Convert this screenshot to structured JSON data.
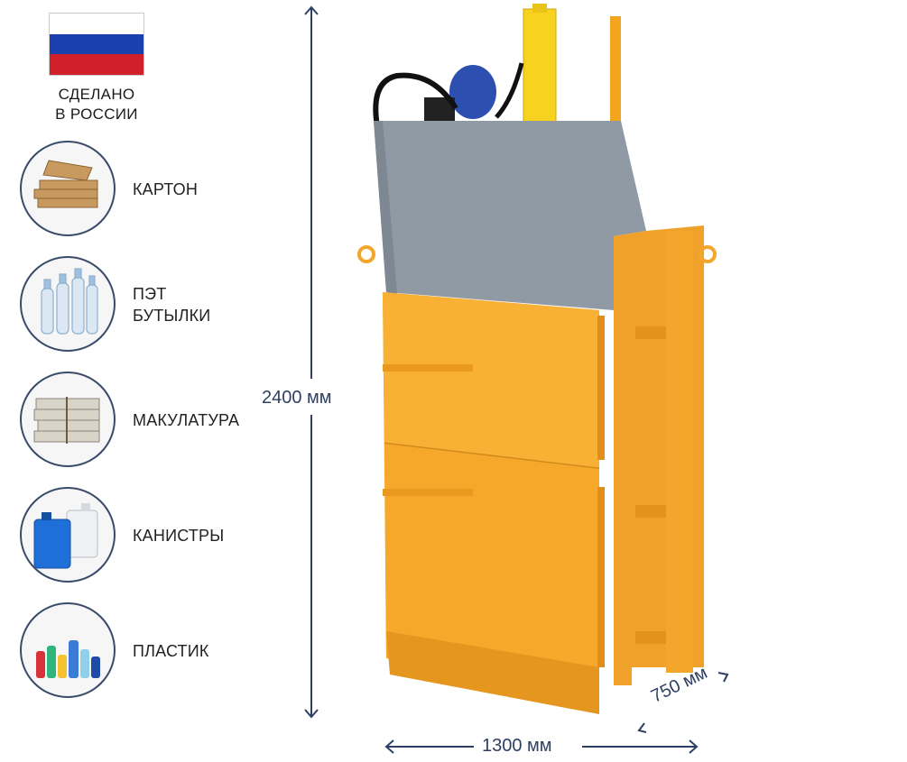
{
  "badge": {
    "made_in": "СДЕЛАНО\nВ РОССИИ"
  },
  "flag_colors": [
    "#ffffff",
    "#1c3fae",
    "#d0202a"
  ],
  "materials": [
    {
      "label": "КАРТОН",
      "icon": "cardboard-icon"
    },
    {
      "label": "ПЭТ\nБУТЫЛКИ",
      "icon": "pet-bottles-icon"
    },
    {
      "label": "МАКУЛАТУРА",
      "icon": "waste-paper-icon"
    },
    {
      "label": "КАНИСТРЫ",
      "icon": "canisters-icon"
    },
    {
      "label": "ПЛАСТИК",
      "icon": "plastic-icon"
    }
  ],
  "dimensions": {
    "height": "2400 мм",
    "width": "1300 мм",
    "depth": "750 мм"
  },
  "colors": {
    "accent": "#2d3f63",
    "machine_orange": "#f7a82a",
    "machine_gray": "#8f98a3"
  }
}
